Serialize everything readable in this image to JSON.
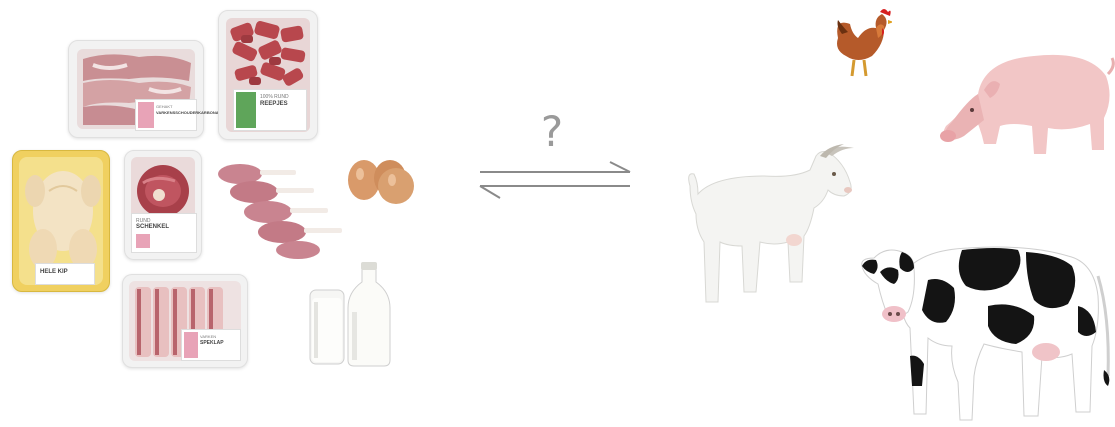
{
  "packages": {
    "top_left": {
      "brand": "GEHAKT",
      "name": "VARKENSSCHOUDERKARBONADE"
    },
    "top_right": {
      "brand": "100% RUND",
      "name": "REEPJES"
    },
    "middle": {
      "brand": "RUND",
      "name": "SCHENKEL"
    },
    "chicken": {
      "name": "HELE KIP"
    },
    "bottom": {
      "brand": "VARKEN",
      "name": "SPEKLAP"
    }
  },
  "relation": {
    "symbol": "?"
  },
  "icons": {
    "arrows": "equilibrium-arrows-icon"
  },
  "colors": {
    "arrow": "#8a8a8a",
    "label_green": "#5fa55a",
    "label_pink": "#e8a3b7",
    "chicken_tray": "#f0d060"
  }
}
